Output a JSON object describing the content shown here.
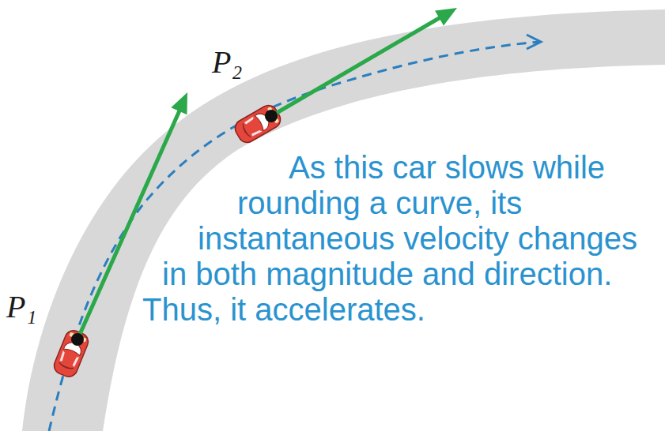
{
  "diagram": {
    "labels": [
      "P₂",
      "As this car slows while rounding a curve, its instantaneous velocity changes in both magnitude and direction. Thus, it accelerates.",
      "P₁"
    ]
  }
}
